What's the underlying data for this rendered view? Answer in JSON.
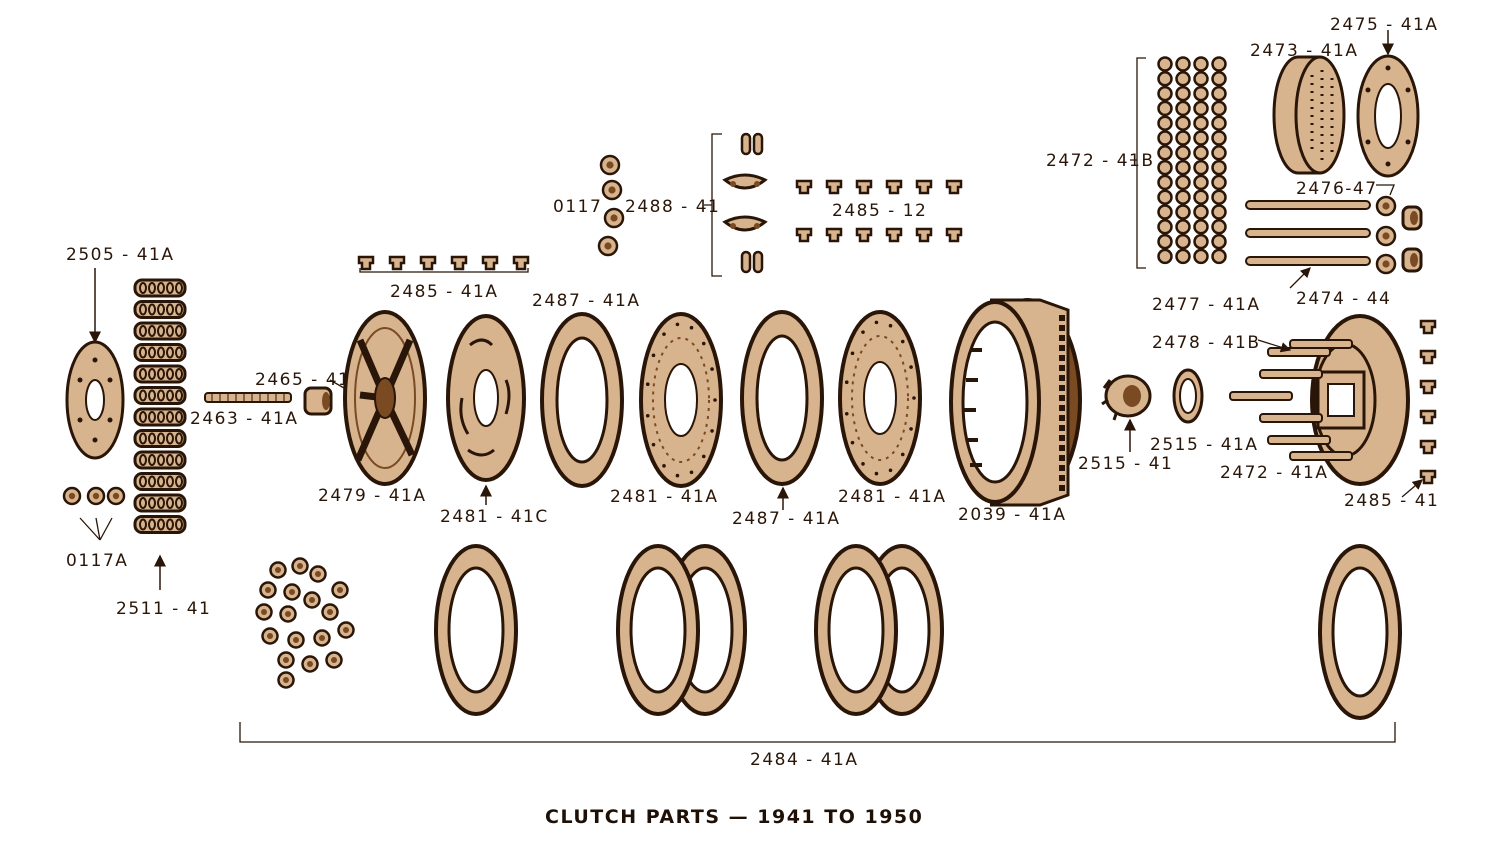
{
  "caption": "CLUTCH PARTS — 1941 TO 1950",
  "colors": {
    "ink": "#2a1608",
    "fill": "#d8b48e",
    "dark": "#7a4a22",
    "paper": "#ffffff"
  },
  "labels": {
    "l2475_41A": "2475 - 41A",
    "l2473_41A": "2473 - 41A",
    "l2472_41B": "2472 - 41B",
    "l2476_47": "2476-47",
    "l2477_41A": "2477 - 41A",
    "l2474_44": "2474 - 44",
    "l0117_top": "0117",
    "l2488_41": "2488 - 41",
    "l2485_12": "2485 - 12",
    "l2505_41A": "2505 - 41A",
    "l2485_41A": "2485 - 41A",
    "l2487_41A_top": "2487 - 41A",
    "l2465_41": "2465 - 41",
    "l2463_41A": "2463 - 41A",
    "l2478_41B": "2478 - 41B",
    "l2515_41A": "2515 - 41A",
    "l2515_41": "2515 - 41",
    "l2472_41A": "2472 - 41A",
    "l2485_41": "2485 - 41",
    "l2479_41A": "2479 - 41A",
    "l2481_41C": "2481 - 41C",
    "l2481_41A_1": "2481 - 41A",
    "l2487_41A_bot": "2487 - 41A",
    "l2481_41A_2": "2481 - 41A",
    "l2039_41A": "2039 - 41A",
    "l0117A": "0117A",
    "l2511_41": "2511 - 41",
    "l2484_41A": "2484 - 41A"
  }
}
